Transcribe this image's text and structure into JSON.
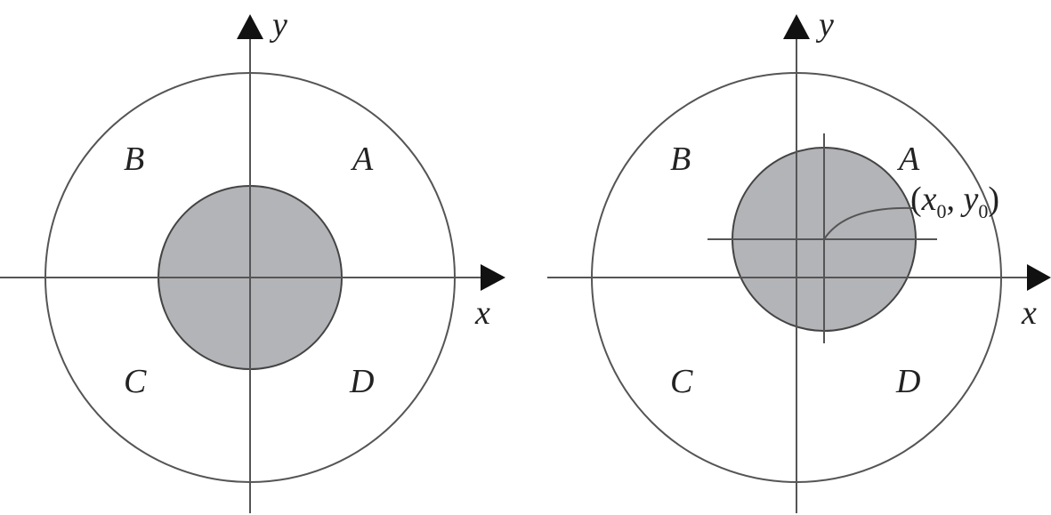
{
  "colors": {
    "line": "#555555",
    "shaded_disc": "#b3b4b7",
    "arrowhead": "#111111",
    "text": "#222222"
  },
  "left_panel": {
    "x_axis_label": "x",
    "y_axis_label": "y",
    "quadrant_labels": {
      "A": "A",
      "B": "B",
      "C": "C",
      "D": "D"
    }
  },
  "right_panel": {
    "x_axis_label": "x",
    "y_axis_label": "y",
    "quadrant_labels": {
      "A": "A",
      "B": "B",
      "C": "C",
      "D": "D"
    },
    "point_label": {
      "open": "(",
      "x": "x",
      "x_sub": "0",
      "comma": ", ",
      "y": "y",
      "y_sub": "0",
      "close": ")"
    }
  }
}
